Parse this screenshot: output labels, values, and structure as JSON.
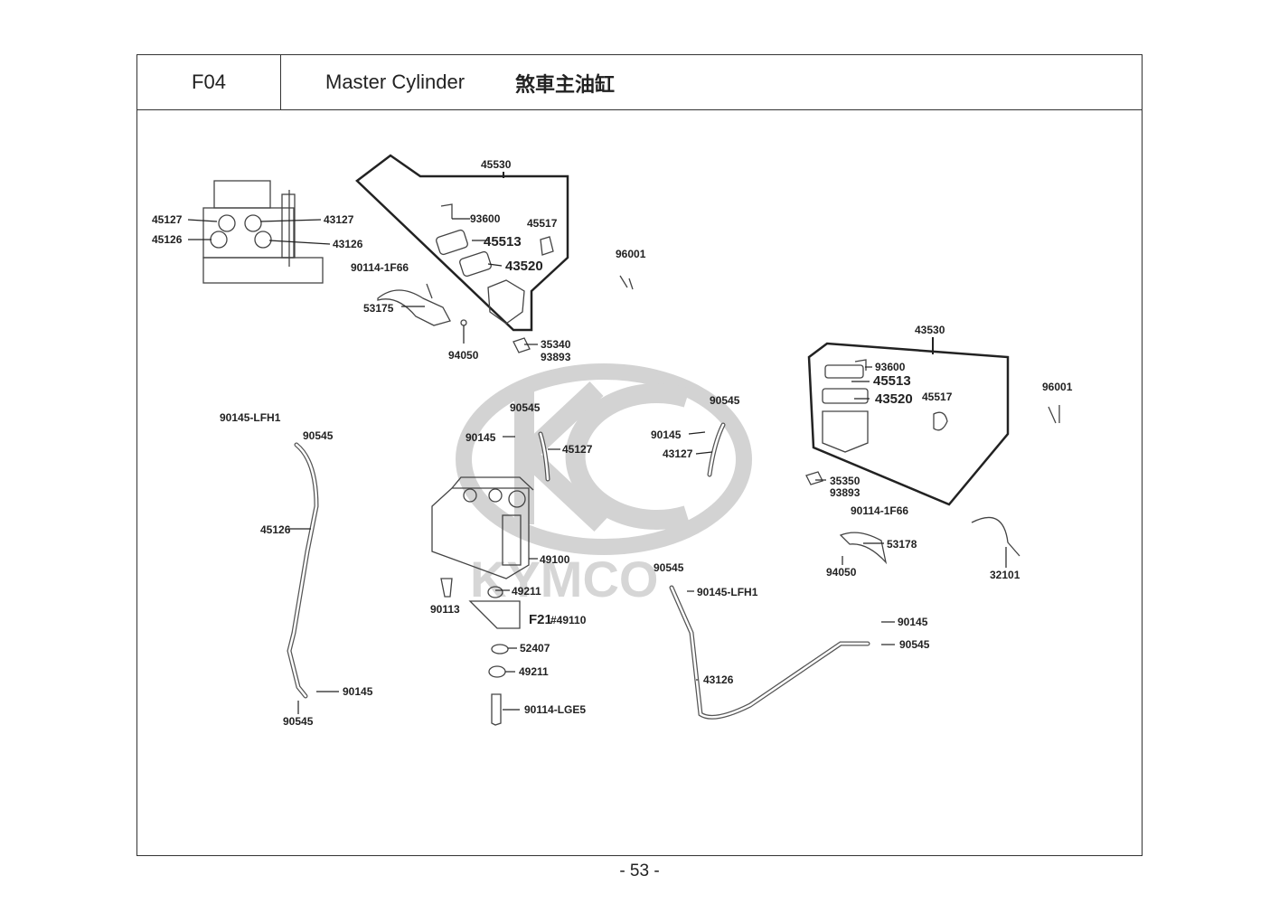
{
  "header": {
    "code": "F04",
    "title": "Master Cylinder",
    "title_cn": "煞車主油缸"
  },
  "page_number": "- 53 -",
  "watermark": "KYMCO",
  "parts": {
    "p45127a": "45127",
    "p45126a": "45126",
    "p43127a": "43127",
    "p43126a": "43126",
    "p45530": "45530",
    "p93600a": "93600",
    "p45517a": "45517",
    "p45513a": "45513",
    "p43520a": "43520",
    "p90114_1f66a": "90114-1F66",
    "p53175": "53175",
    "p94050a": "94050",
    "p35340": "35340",
    "p93893a": "93893",
    "p96001a": "96001",
    "p43530": "43530",
    "p93600b": "93600",
    "p45513b": "45513",
    "p43520b": "43520",
    "p45517b": "45517",
    "p96001b": "96001",
    "p35350": "35350",
    "p93893b": "93893",
    "p90114_1f66b": "90114-1F66",
    "p53178": "53178",
    "p94050b": "94050",
    "p32101": "32101",
    "p90145_lfh1a": "90145-LFH1",
    "p90545a": "90545",
    "p45126b": "45126",
    "p90145a": "90145",
    "p90545b": "90545",
    "p90545c": "90545",
    "p90145b": "90145",
    "p45127b": "45127",
    "p90545d": "90545",
    "p90145c": "90145",
    "p43127b": "43127",
    "p49100": "49100",
    "p90113": "90113",
    "p49211a": "49211",
    "p_f21": "F21",
    "p_f21ref": "#49110",
    "p52407": "52407",
    "p49211b": "49211",
    "p90114_lge5": "90114-LGE5",
    "p90545e": "90545",
    "p90145_lfh1b": "90145-LFH1",
    "p43126b": "43126",
    "p90145d": "90145",
    "p90545f": "90545"
  }
}
